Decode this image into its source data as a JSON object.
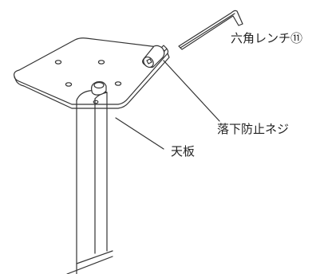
{
  "labels": {
    "hex_wrench": "六角レンチ⑪",
    "fall_prevention_screw": "落下防止ネジ",
    "table_top": "天板"
  },
  "colors": {
    "line": "#333333",
    "fill": "#ffffff",
    "hole": "#ffffff"
  }
}
